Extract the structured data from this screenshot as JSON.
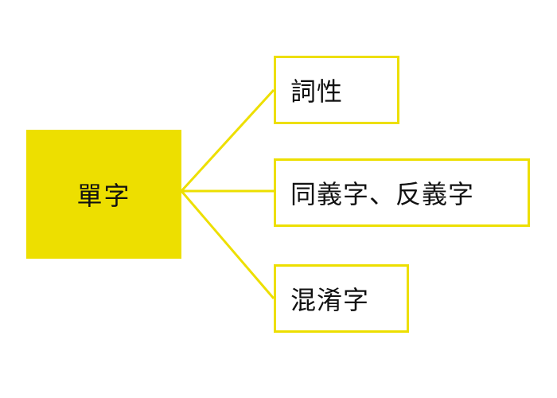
{
  "diagram": {
    "root": {
      "label": "單字",
      "color": "#eddf00"
    },
    "children": [
      {
        "label": "詞性"
      },
      {
        "label": "同義字、反義字"
      },
      {
        "label": "混淆字"
      }
    ],
    "border_color": "#eddf00",
    "connector_color": "#eddf00"
  }
}
